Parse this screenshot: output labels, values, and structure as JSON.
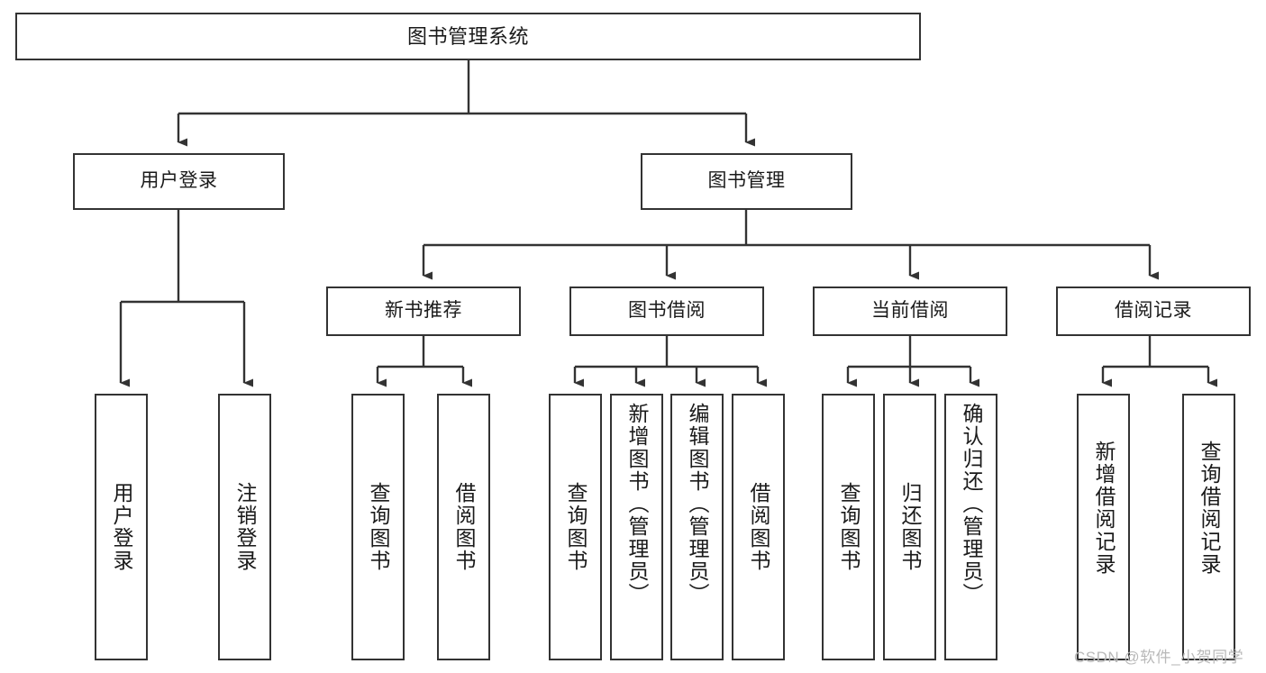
{
  "diagram": {
    "title": "图书管理系统",
    "type": "tree",
    "levels": 4,
    "root": {
      "id": "root",
      "label": "图书管理系统"
    },
    "level2": [
      {
        "id": "user-login",
        "label": "用户登录"
      },
      {
        "id": "book-manage",
        "label": "图书管理"
      }
    ],
    "level3": [
      {
        "id": "new-book-recommend",
        "label": "新书推荐",
        "parent": "book-manage"
      },
      {
        "id": "book-borrow",
        "label": "图书借阅",
        "parent": "book-manage"
      },
      {
        "id": "current-borrow",
        "label": "当前借阅",
        "parent": "book-manage"
      },
      {
        "id": "borrow-record",
        "label": "借阅记录",
        "parent": "book-manage"
      }
    ],
    "leaves": [
      {
        "id": "leaf-user-login",
        "label": "用户登录",
        "parent": "user-login"
      },
      {
        "id": "leaf-logout",
        "label": "注销登录",
        "parent": "user-login"
      },
      {
        "id": "leaf-query-book-1",
        "label": "查询图书",
        "parent": "new-book-recommend"
      },
      {
        "id": "leaf-borrow-book-1",
        "label": "借阅图书",
        "parent": "new-book-recommend"
      },
      {
        "id": "leaf-query-book-2",
        "label": "查询图书",
        "parent": "book-borrow"
      },
      {
        "id": "leaf-add-book",
        "label": "新增图书（管理员）",
        "parent": "book-borrow"
      },
      {
        "id": "leaf-edit-book",
        "label": "编辑图书（管理员）",
        "parent": "book-borrow"
      },
      {
        "id": "leaf-borrow-book-2",
        "label": "借阅图书",
        "parent": "book-borrow"
      },
      {
        "id": "leaf-query-book-3",
        "label": "查询图书",
        "parent": "current-borrow"
      },
      {
        "id": "leaf-return-book",
        "label": "归还图书",
        "parent": "current-borrow"
      },
      {
        "id": "leaf-confirm-return",
        "label": "确认归还（管理员）",
        "parent": "current-borrow"
      },
      {
        "id": "leaf-add-record",
        "label": "新增借阅记录",
        "parent": "borrow-record"
      },
      {
        "id": "leaf-query-record",
        "label": "查询借阅记录",
        "parent": "borrow-record"
      }
    ],
    "watermark": "CSDN @软件_小贺同学",
    "colors": {
      "stroke": "#333333",
      "fill": "#ffffff",
      "text": "#1a1a1a",
      "watermark": "#b9b9b9"
    }
  }
}
